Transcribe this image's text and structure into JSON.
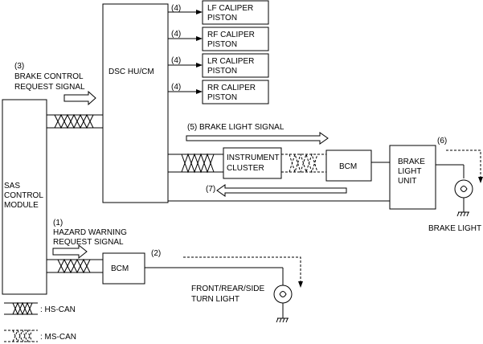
{
  "blocks": {
    "dsc": "DSC HU/CM",
    "sas_line1": "SAS",
    "sas_line2": "CONTROL",
    "sas_line3": "MODULE",
    "lf_line1": "LF CALIPER",
    "lf_line2": "PISTON",
    "rf_line1": "RF CALIPER",
    "rf_line2": "PISTON",
    "lr_line1": "LR CALIPER",
    "lr_line2": "PISTON",
    "rr_line1": "RR CALIPER",
    "rr_line2": "PISTON",
    "instrument_line1": "INSTRUMENT",
    "instrument_line2": "CLUSTER",
    "bcm_upper": "BCM",
    "brake_unit_line1": "BRAKE",
    "brake_unit_line2": "LIGHT",
    "brake_unit_line3": "UNIT",
    "bcm_lower": "BCM"
  },
  "signals": {
    "s3_num": "(3)",
    "s3_line1": "BRAKE CONTROL",
    "s3_line2": "REQUEST SIGNAL",
    "s1_num": "(1)",
    "s1_line1": "HAZARD WARNING",
    "s1_line2": "REQUEST SIGNAL",
    "s5": "(5) BRAKE LIGHT SIGNAL",
    "s7": "(7)",
    "s2": "(2)",
    "s6": "(6)",
    "c4a": "(4)",
    "c4b": "(4)",
    "c4c": "(4)",
    "c4d": "(4)"
  },
  "loads": {
    "brake_light": "BRAKE LIGHT",
    "turn_line1": "FRONT/REAR/SIDE",
    "turn_line2": "TURN LIGHT"
  },
  "legend": {
    "hs_can": ": HS-CAN",
    "ms_can": ": MS-CAN"
  },
  "icons": {
    "twisted_pair_solid": "hs-can-twisted-pair-icon",
    "twisted_pair_dashed": "ms-can-twisted-pair-icon",
    "lamp": "lamp-icon",
    "ground": "ground-icon"
  }
}
